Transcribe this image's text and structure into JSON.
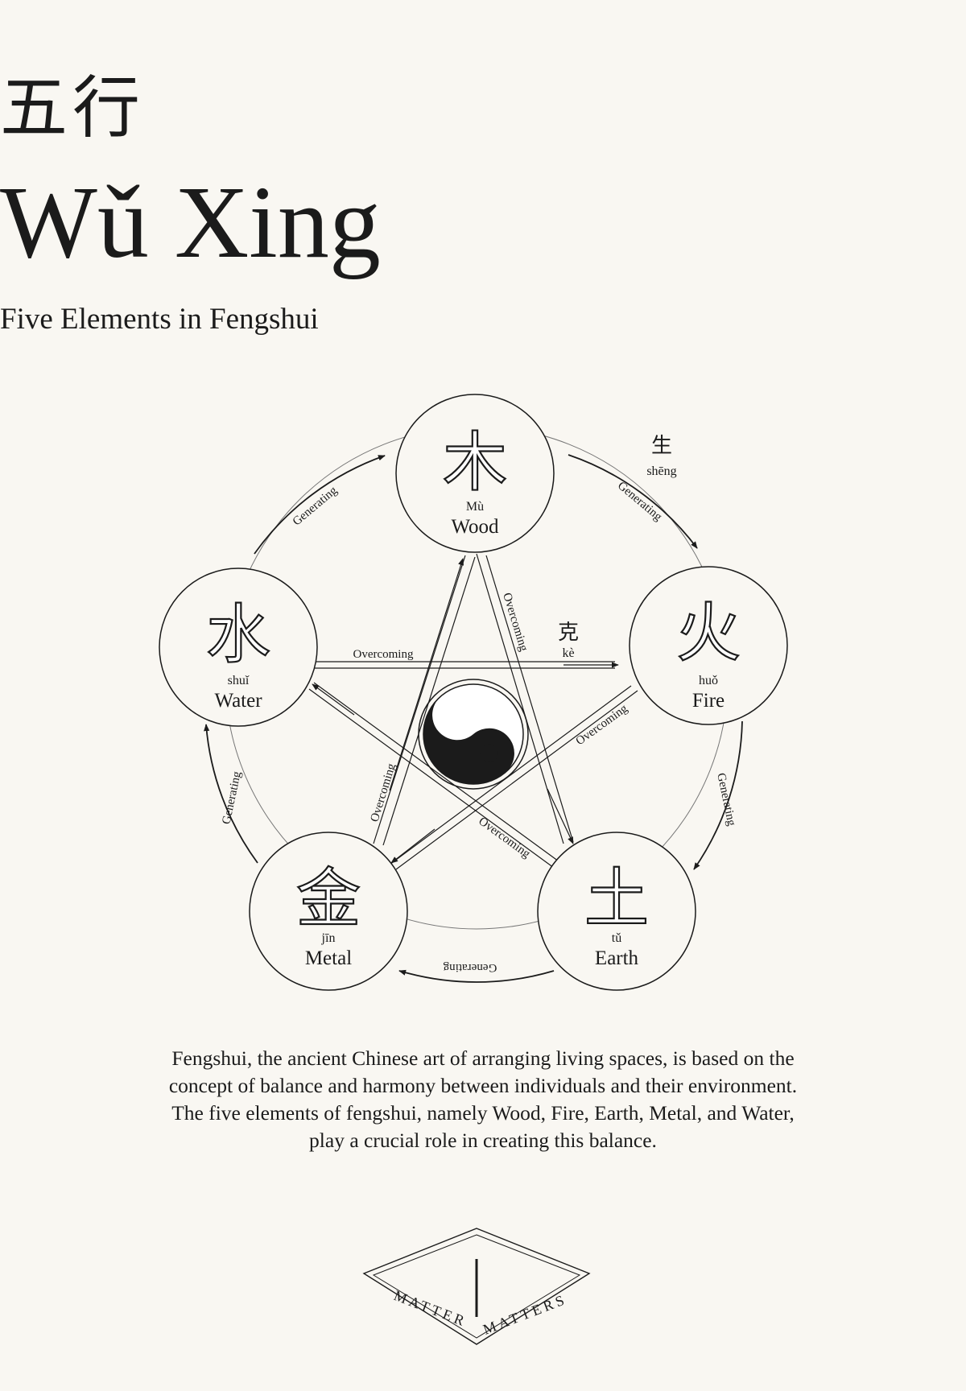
{
  "header": {
    "title_cn": "五行",
    "title_latin": "Wǔ Xing",
    "subtitle": "Five Elements in Fengshui"
  },
  "elements": {
    "wood": {
      "char": "木",
      "pinyin": "Mù",
      "name": "Wood"
    },
    "fire": {
      "char": "火",
      "pinyin": "huǒ",
      "name": "Fire"
    },
    "earth": {
      "char": "土",
      "pinyin": "tǔ",
      "name": "Earth"
    },
    "metal": {
      "char": "金",
      "pinyin": "jīn",
      "name": "Metal"
    },
    "water": {
      "char": "水",
      "pinyin": "shuǐ",
      "name": "Water"
    }
  },
  "cycles": {
    "sheng": {
      "char": "生",
      "pinyin": "shēng",
      "label": "Generating"
    },
    "ke": {
      "char": "克",
      "pinyin": "kè",
      "label": "Overcoming"
    }
  },
  "description": "Fengshui, the ancient Chinese art of arranging living spaces, is based on the concept of balance and harmony between individuals and their environment. The five elements of fengshui, namely Wood, Fire, Earth, Metal, and Water, play a crucial role in creating this balance.",
  "logo": {
    "text_left": "MATTER",
    "text_right": "MATTERS"
  }
}
